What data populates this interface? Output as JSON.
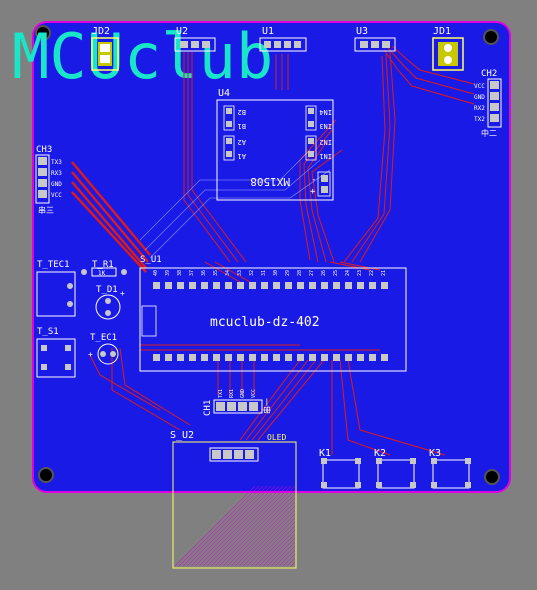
{
  "logo": "MCUclub",
  "board_name": "mcuclub-dz-402",
  "colors": {
    "background": "#808080",
    "board": "#1a1ae6",
    "outline": "#e000e0",
    "silk": "#ffffff",
    "trace": "#e01a1a",
    "pad": "#c8c8c8",
    "logo": "#19e6c8",
    "keepout": "#ffff66"
  },
  "components": {
    "jd2": "JD2",
    "u2": "U2",
    "u1": "U1",
    "u3": "U3",
    "jd1": "JD1",
    "ch2": "CH2",
    "ch2_rot": "中二",
    "u4": "U4",
    "u4_part": "MX1508",
    "u4_a1": "A1",
    "u4_a2": "A2",
    "u4_b1": "B1",
    "u4_b2": "B2",
    "u4_in1": "IN1",
    "u4_in2": "IN2",
    "u4_in3": "IN3",
    "u4_in4": "IN4",
    "u4_minus": "-",
    "u4_plus": "+",
    "ch3": "CH3",
    "ch3_rot": "串三",
    "t_tec1": "T_TEC1",
    "t_r1": "T_R1",
    "t_d1": "T_D1",
    "t_s1": "T_S1",
    "t_ec1": "T_EC1",
    "s_u1": "S_U1",
    "ch1": "CH1",
    "ch1_rot": "串一",
    "s_u2": "S_U2",
    "oled": "OLED",
    "k1": "K1",
    "k2": "K2",
    "k3": "K3"
  },
  "pins": {
    "ch2": [
      "VCC",
      "GND",
      "RX2",
      "TX2"
    ],
    "ch3": [
      "TX3",
      "RX3",
      "GND",
      "VCC"
    ],
    "ch1": [
      "TX1",
      "RX1",
      "GND",
      "VCC"
    ],
    "u1_top_numbers": [
      "40",
      "39",
      "38",
      "37",
      "36",
      "35",
      "34",
      "33",
      "32",
      "31",
      "30",
      "29",
      "28",
      "27",
      "26",
      "25",
      "24",
      "23",
      "22",
      "21"
    ]
  },
  "markers": {
    "r1": "1K",
    "plus": "+"
  }
}
